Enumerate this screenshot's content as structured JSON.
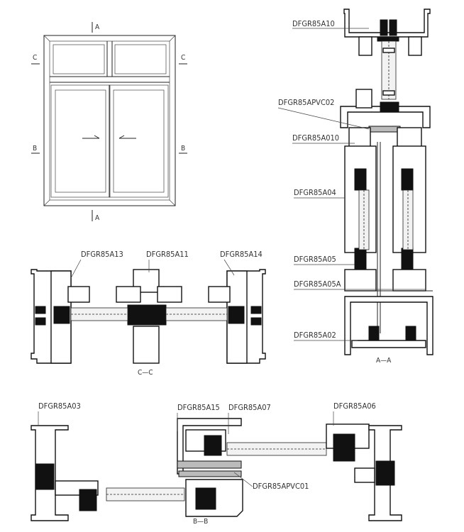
{
  "elevation": {
    "markers": {
      "a_top": "A",
      "a_bottom": "A",
      "c_left": "C",
      "c_right": "C",
      "b_left": "B",
      "b_right": "B"
    }
  },
  "section_aa": {
    "title": "A—A",
    "labels": [
      "DFGR85A10",
      "DFGR85APVC02",
      "DFGR85A010",
      "DFGR85A04",
      "DFGR85A05",
      "DFGR85A05A",
      "DFGR85A02"
    ]
  },
  "section_cc": {
    "title": "C—C",
    "labels": [
      "DFGR85A13",
      "DFGR85A11",
      "DFGR85A14"
    ]
  },
  "section_bb": {
    "title": "B—B",
    "labels": [
      "DFGR85A03",
      "DFGR85A15",
      "DFGR85A07",
      "DFGR85A06",
      "DFGR85APVC01"
    ]
  }
}
